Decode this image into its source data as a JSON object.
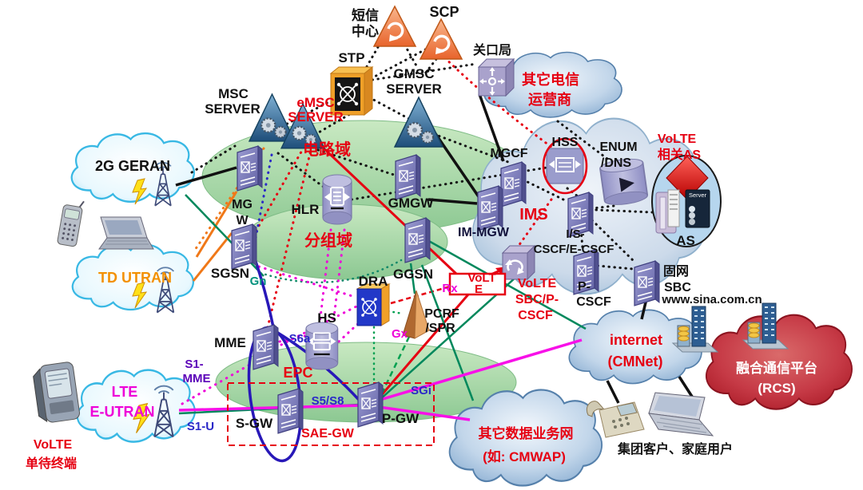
{
  "colors": {
    "accent_red": "#e60012",
    "magenta": "#ee00d8",
    "blue": "#2a28c8",
    "teal": "#00885c",
    "orange": "#f07818",
    "domain_green": "#a9d7a9",
    "cloud_blue": "#a9c4e0",
    "rcs_red": "#c22838"
  },
  "clouds": {
    "geran": {
      "label": "2G GERAN"
    },
    "td_utran": {
      "label": "TD UTRAN"
    },
    "lte_eutran": {
      "lines": [
        "LTE",
        "E-UTRAN"
      ]
    },
    "other_telecom": {
      "lines": [
        "其它电信",
        "运营商"
      ]
    },
    "internet": {
      "lines": [
        "internet",
        "(CMNet)"
      ]
    },
    "rcs": {
      "lines": [
        "融合通信平台",
        "(RCS)"
      ]
    },
    "other_data": {
      "lines": [
        "其它数据业务网",
        "(如: CMWAP)"
      ]
    }
  },
  "domains": {
    "cs": "电路域",
    "ps": "分组域",
    "epc": "EPC",
    "ims": "IMS"
  },
  "nodes": {
    "sms_center": {
      "lines": [
        "短信",
        "中心"
      ]
    },
    "scp": {
      "label": "SCP"
    },
    "stp": {
      "label": "STP"
    },
    "msc_server": {
      "lines": [
        "MSC",
        "SERVER"
      ]
    },
    "emsc_server": {
      "lines": [
        "eMSC",
        "SERVER"
      ]
    },
    "gmsc_server": {
      "lines": [
        "GMSC",
        "SERVER"
      ]
    },
    "gateway_office": {
      "label": "关口局"
    },
    "mgw": {
      "lines": [
        "MG",
        "W"
      ]
    },
    "hlr": {
      "label": "HLR"
    },
    "gmgw": {
      "label": "GMGW"
    },
    "sgsn": {
      "label": "SGSN"
    },
    "mme": {
      "label": "MME"
    },
    "hs": {
      "label": "HS"
    },
    "dra": {
      "label": "DRA"
    },
    "ggsn": {
      "label": "GGSN"
    },
    "pcrf": {
      "lines": [
        "PCRF",
        "/SPR"
      ]
    },
    "s_gw": {
      "label": "S-GW"
    },
    "p_gw": {
      "label": "P-GW"
    },
    "mgcf": {
      "label": "MGCF"
    },
    "hss": {
      "label": "HSS"
    },
    "enum_dns": {
      "lines": [
        "ENUM",
        "/DNS"
      ]
    },
    "im_mgw": {
      "label": "IM-MGW"
    },
    "i_s_cscf": {
      "lines": [
        "I/S-",
        "CSCF/E-CSCF"
      ]
    },
    "volte_sbc": {
      "lines": [
        "VoLTE",
        "SBC/P-",
        "CSCF"
      ]
    },
    "p_cscf": {
      "lines": [
        "P-",
        "CSCF"
      ]
    },
    "fixed_sbc": {
      "lines": [
        "固网",
        "SBC"
      ]
    },
    "as": {
      "label": "AS",
      "server_text": "Server"
    },
    "volte_related_as": {
      "lines": [
        "VoLTE",
        "相关AS"
      ]
    },
    "volte_box": {
      "lines": [
        "VoLT",
        "E"
      ]
    }
  },
  "interfaces": {
    "s1_mme": {
      "lines": [
        "S1-",
        "MME"
      ]
    },
    "s1_u": "S1-U",
    "s5_s8": "S5/S8",
    "sae_gw": "SAE-GW",
    "sgi": "SGi",
    "s6a": "S6a",
    "gn": "Gn",
    "gx": "Gx",
    "rx": "Rx"
  },
  "annotations": {
    "volte_terminal": {
      "lines": [
        "VoLTE",
        "单待终端"
      ]
    },
    "website": "www.sina.com.cn",
    "customers": "集团客户、家庭用户"
  }
}
